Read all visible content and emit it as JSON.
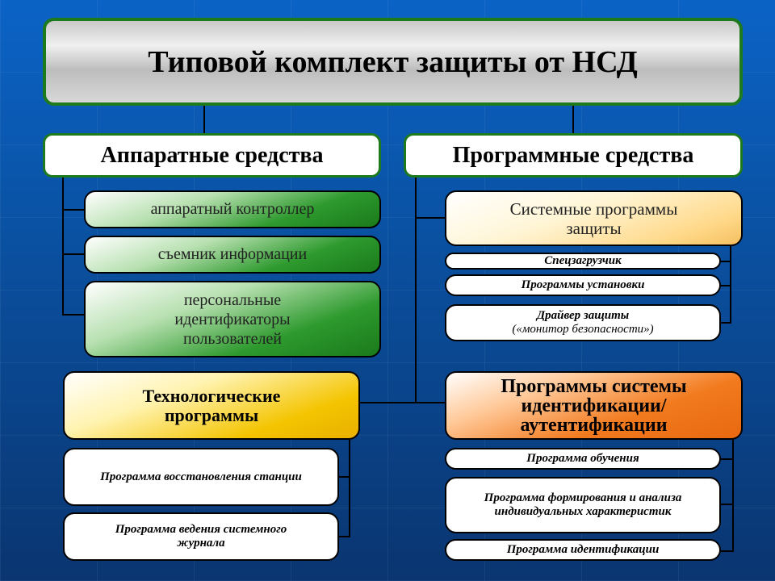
{
  "title": "Типовой комплект защиты от НСД",
  "hardware": {
    "label": "Аппаратные средства",
    "items": [
      "аппаратный контроллер",
      "съемник информации",
      "персональные идентификаторы пользователей"
    ]
  },
  "software": {
    "label": "Программные средства",
    "system": {
      "label": "Системные программы защиты",
      "items": [
        "Спецзагрузчик",
        "Программы установки"
      ],
      "driver": "Драйвер защиты",
      "driver_note": "(«монитор безопасности»)"
    },
    "identification": {
      "label": "Программы системы идентификации/ аутентификации",
      "items": [
        "Программа обучения",
        "Программа формирования и анализа индивидуальных характеристик",
        "Программа идентификации"
      ]
    },
    "technological": {
      "label": "Технологические программы",
      "items": [
        "Программа восстановления станции",
        "Программа ведения системного журнала"
      ]
    }
  }
}
